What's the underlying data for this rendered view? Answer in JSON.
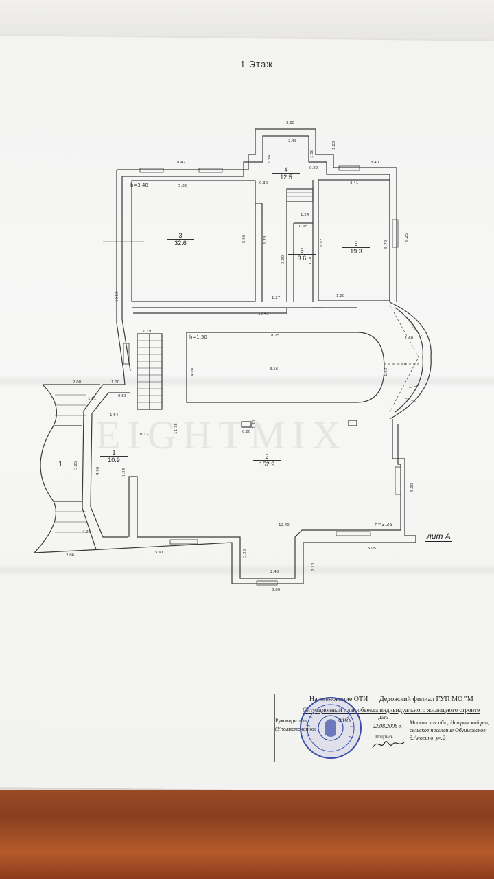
{
  "floor_title": "1 Этаж",
  "lit_label": "лит А",
  "watermark": "EIGHTMIX",
  "rooms": [
    {
      "num": "1",
      "area": "10.9"
    },
    {
      "num": "2",
      "area": "152.9"
    },
    {
      "num": "3",
      "area": "32.6"
    },
    {
      "num": "4",
      "area": "12.5"
    },
    {
      "num": "5",
      "area": "3.6"
    },
    {
      "num": "6",
      "area": "19.3"
    }
  ],
  "exterior_label_1": "1",
  "dimensions": {
    "d368": "3.68",
    "d243": "2.43",
    "d842": "8.42",
    "d582": "5.82",
    "d030": "0.30",
    "d194": "1.94",
    "d156": "1.56",
    "d163": "1.63",
    "d022": "0.22",
    "d340": "3.40",
    "d341": "3.41",
    "h340": "h=3.40",
    "d560": "5.60",
    "d573": "5.73",
    "d124": "1.24",
    "d095": "0.95",
    "d390": "3.90",
    "d370": "3.70",
    "d592": "5.92",
    "d572": "5.72",
    "d625": "6.25",
    "d1052": "10.52",
    "d127": "1.27",
    "d180": "1.80",
    "d1243": "12.43",
    "d119": "1.19",
    "h150": "h=1.50",
    "d825": "8.25",
    "d316": "3.16",
    "d408": "4.08",
    "d163b": "1.63",
    "d170": "1.70",
    "d200": "2.00",
    "d100": "1.00",
    "d083": "0.83",
    "d154": "1.54",
    "d012": "0.12",
    "d1178": "11.78",
    "d060": "0.60",
    "d130": "1.30",
    "d395": "3.95",
    "d490": "4.90",
    "d724": "7.24",
    "d1240": "12.40",
    "h336": "h=3.36",
    "d590": "5.90",
    "d206": "2.06",
    "d591": "5.91",
    "d320": "3.20",
    "d245": "2.45",
    "d213": "2.13",
    "d505": "5.05",
    "d380": "3.80",
    "d492": "4.92",
    "d160": "1.60",
    "d101": "1.01"
  },
  "title_block": {
    "name_label": "Наименование ОТИ",
    "org": "Дедовский филиал ГУП МО \"М",
    "doc_title": "Ситуационный план объекта индивидуального жилищного строите",
    "head_label": "Руководитель",
    "head_sub": "(Уполномоченное",
    "fio_label": "ФИО",
    "date_label": "Дата",
    "date_value": "22.08.2008 г.",
    "sign_label": "Подпись",
    "address": "Московская обл., Истринский р-н, сельское поселение Обушковское, д.Аносино, уч.2"
  },
  "colors": {
    "wall": "#3a3a3a",
    "paper": "#f5f5f4",
    "stamp": "#3b4fa8",
    "desk": "#9a4a26"
  }
}
